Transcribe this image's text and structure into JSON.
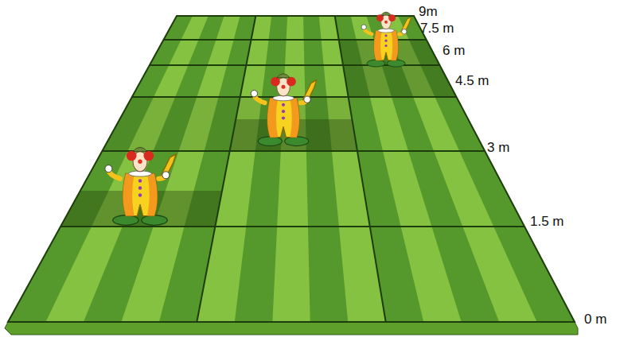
{
  "diagram": {
    "labels": [
      "9m",
      "7.5 m",
      "6 m",
      "4.5 m",
      "3 m",
      "1.5 m",
      "0 m"
    ]
  }
}
